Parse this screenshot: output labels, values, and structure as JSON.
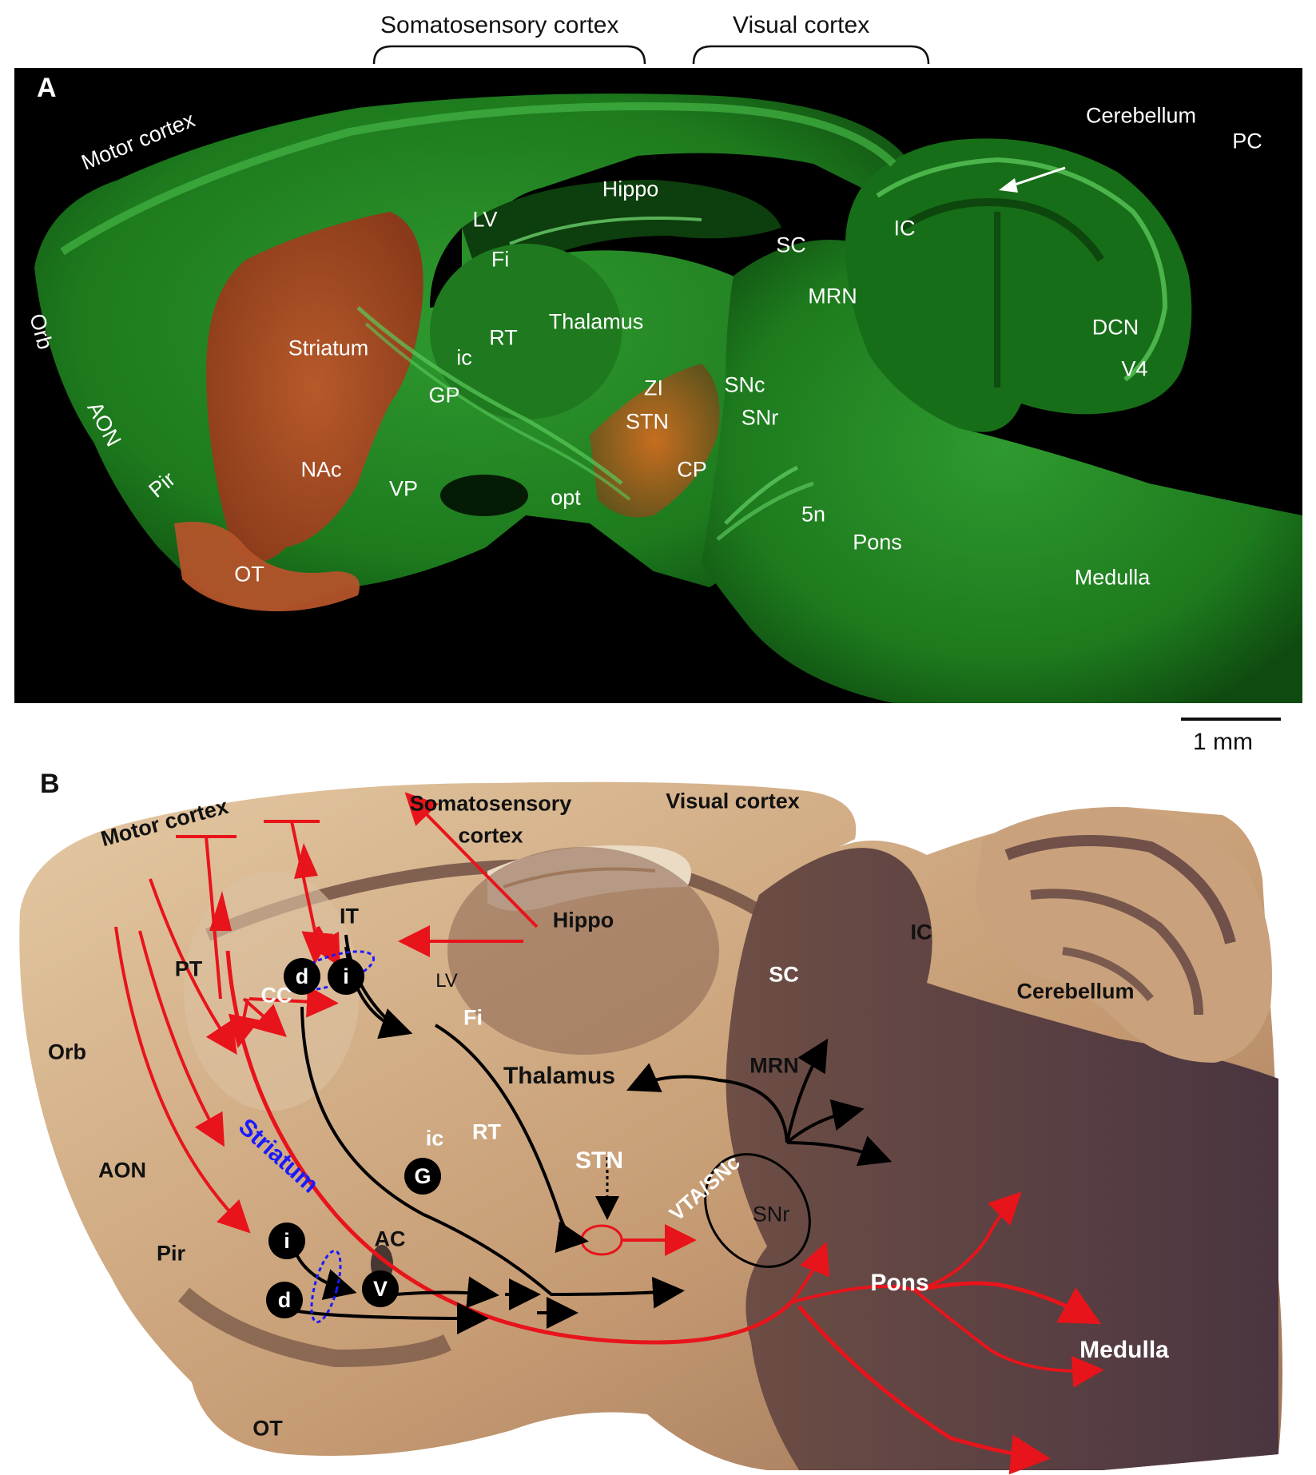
{
  "header": {
    "somatosensory_label": "Somatosensory cortex",
    "visual_label": "Visual cortex"
  },
  "panel_a": {
    "letter": "A",
    "labels": {
      "motor_cortex": "Motor cortex",
      "cerebellum": "Cerebellum",
      "pc": "PC",
      "hippo": "Hippo",
      "lv": "LV",
      "fi": "Fi",
      "sc": "SC",
      "ic_upper": "IC",
      "mrn": "MRN",
      "orb": "Orb",
      "thalamus": "Thalamus",
      "rt": "RT",
      "striatum": "Striatum",
      "ic_lower": "ic",
      "dcn": "DCN",
      "v4": "V4",
      "aon": "AON",
      "gp": "GP",
      "zi": "ZI",
      "snc": "SNc",
      "stn": "STN",
      "snr": "SNr",
      "nac": "NAc",
      "pir": "Pir",
      "vp": "VP",
      "opt": "opt",
      "cp": "CP",
      "five_n": "5n",
      "pons": "Pons",
      "ot": "OT",
      "medulla": "Medulla"
    }
  },
  "scale_bar": {
    "label": "1 mm"
  },
  "panel_b": {
    "letter": "B",
    "labels": {
      "motor_cortex": "Motor cortex",
      "somatosensory_line1": "Somatosensory",
      "somatosensory_line2": "cortex",
      "visual_cortex": "Visual cortex",
      "it": "IT",
      "pt": "PT",
      "hippo": "Hippo",
      "ic_upper": "IC",
      "cerebellum": "Cerebellum",
      "sc": "SC",
      "cc": "CC",
      "lv": "LV",
      "fi": "Fi",
      "orb": "Orb",
      "mrn": "MRN",
      "thalamus": "Thalamus",
      "ic_lower": "ic",
      "rt": "RT",
      "striatum": "Striatum",
      "aon": "AON",
      "stn": "STN",
      "vta_snc": "VTA/SNc",
      "snr": "SNr",
      "ac": "AC",
      "pir": "Pir",
      "pons": "Pons",
      "medulla": "Medulla",
      "ot": "OT"
    },
    "nodes": {
      "d_upper": "d",
      "i_upper": "i",
      "g": "G",
      "i_lower": "i",
      "d_lower": "d",
      "v": "V"
    }
  }
}
